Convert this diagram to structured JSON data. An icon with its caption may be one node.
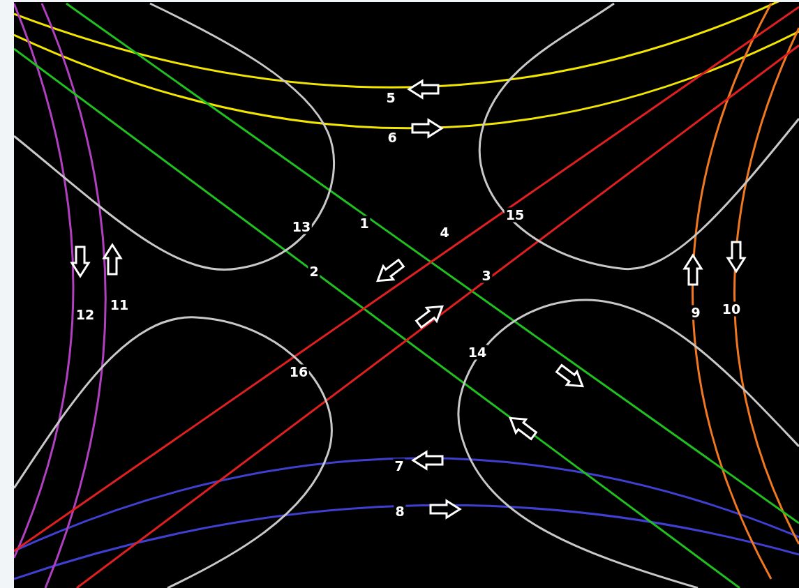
{
  "diagram": {
    "labels": [
      "5",
      "6",
      "15",
      "1",
      "13",
      "4",
      "2",
      "3",
      "10",
      "9",
      "11",
      "12",
      "14",
      "16",
      "7",
      "8"
    ]
  }
}
